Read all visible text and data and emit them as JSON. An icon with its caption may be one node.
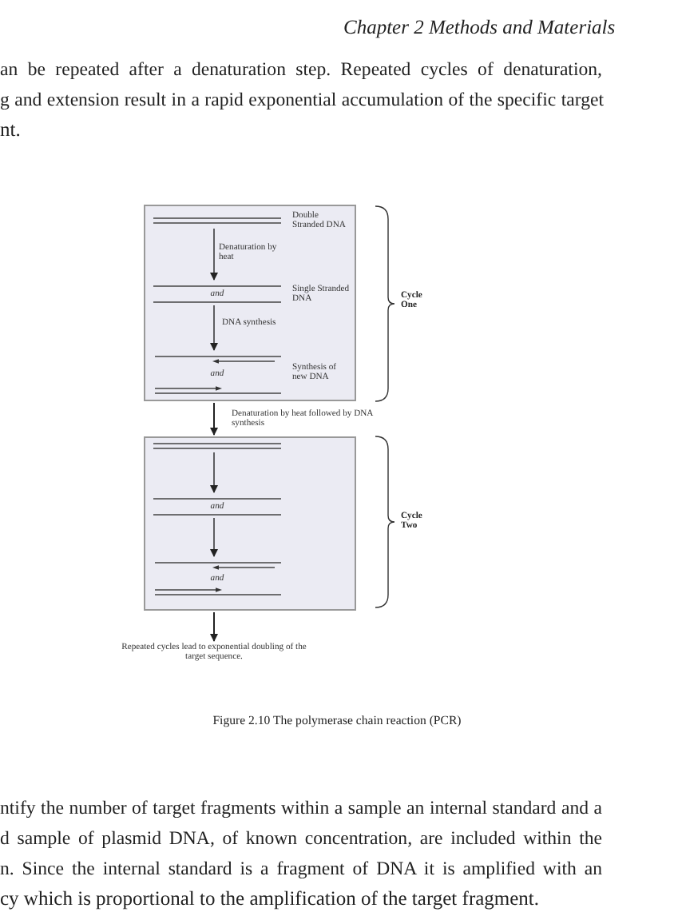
{
  "diagram": {
    "caption": "Figure 2.10  The polymerase chain reaction (PCR)",
    "nodes": [
      {
        "text": [],
        "shape": "box"
      },
      {
        "text": [],
        "shape": "bar",
        "in": 0,
        "beside": [
          "Double Stranded DNA"
        ]
      },
      {
        "text": [
          "and"
        ],
        "in": 0,
        "beside": [
          "Single Stranded DNA"
        ]
      },
      {
        "text": [
          "and"
        ],
        "in": 0,
        "beside": [
          "Synthesis of new DNA"
        ]
      },
      {
        "text": [],
        "shape": "box"
      },
      {
        "text": [],
        "shape": "bar",
        "in": 4
      },
      {
        "text": [
          "and"
        ],
        "in": 4
      },
      {
        "text": [
          "and"
        ],
        "in": 4
      },
      {
        "text": [
          "Repeated cycles lead to exponential doubling of the target sequence."
        ]
      }
    ],
    "edges": [
      {
        "from": 1,
        "to": 2,
        "arrow": "to",
        "label": "Denaturation by heat"
      },
      {
        "from": 2,
        "to": 3,
        "arrow": "to",
        "label": "DNA synthesis"
      },
      {
        "from": 0,
        "to": 4,
        "arrow": "to",
        "label": "Denaturation by heat followed by DNA synthesis"
      },
      {
        "from": 5,
        "to": 6,
        "arrow": "to"
      },
      {
        "from": 6,
        "to": 7,
        "arrow": "to"
      },
      {
        "from": 4,
        "to": 8,
        "arrow": "to"
      }
    ],
    "labels": [
      "Chapter 2  Methods and Materials",
      "an be repeated after a denaturation step.  Repeated cycles of denaturation,",
      "g and extension result in a rapid exponential accumulation of the specific target",
      "nt.",
      "Cycle One",
      "Cycle Two",
      "ntify the number of target fragments within a sample an internal standard and a",
      "d sample of plasmid DNA, of known concentration, are included within the",
      "n.  Since the internal standard is a fragment of DNA it is amplified with an",
      "cy which is proportional to the amplification of the target fragment."
    ]
  }
}
